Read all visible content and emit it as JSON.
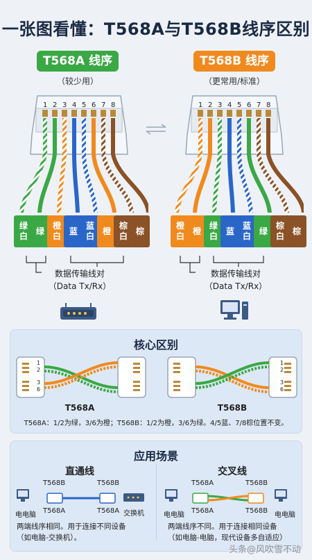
{
  "title": "一张图看懂：T568A与T568B线序区别",
  "left": {
    "badge": "T568A 线序",
    "subtitle": "（较少用）",
    "pins": [
      "1",
      "2",
      "3",
      "4",
      "5",
      "6",
      "7",
      "8"
    ],
    "wires": [
      {
        "line1": "绿",
        "line2": "白",
        "color": "#3aa845"
      },
      {
        "line1": "绿",
        "line2": "",
        "color": "#3aa845"
      },
      {
        "line1": "橙",
        "line2": "白",
        "color": "#f08a1e"
      },
      {
        "line1": "蓝",
        "line2": "",
        "color": "#2a66c8"
      },
      {
        "line1": "蓝",
        "line2": "白",
        "color": "#2a66c8"
      },
      {
        "line1": "橙",
        "line2": "",
        "color": "#f08a1e"
      },
      {
        "line1": "棕",
        "line2": "白",
        "color": "#8a5226"
      },
      {
        "line1": "棕",
        "line2": "",
        "color": "#8a5226"
      }
    ],
    "data_label": "数据传输线对",
    "data_label_en": "（Data Tx/Rx）",
    "device_icon": "router-icon"
  },
  "right": {
    "badge": "T568B 线序",
    "subtitle": "（更常用/标准）",
    "pins": [
      "1",
      "2",
      "3",
      "4",
      "5",
      "6",
      "7",
      "8"
    ],
    "wires": [
      {
        "line1": "橙",
        "line2": "白",
        "color": "#f08a1e"
      },
      {
        "line1": "橙",
        "line2": "",
        "color": "#f08a1e"
      },
      {
        "line1": "绿",
        "line2": "白",
        "color": "#3aa845"
      },
      {
        "line1": "蓝",
        "line2": "",
        "color": "#2a66c8"
      },
      {
        "line1": "蓝",
        "line2": "白",
        "color": "#2a66c8"
      },
      {
        "line1": "绿",
        "line2": "",
        "color": "#3aa845"
      },
      {
        "line1": "棕",
        "line2": "白",
        "color": "#8a5226"
      },
      {
        "line1": "棕",
        "line2": "",
        "color": "#8a5226"
      }
    ],
    "data_label": "数据传输线对",
    "data_label_en": "（Data Tx/Rx）",
    "device_icon": "computer-icon"
  },
  "core": {
    "title": "核心区别",
    "left_caption": "T568A",
    "right_caption": "T568B",
    "pin_labels": [
      "1",
      "2",
      "3",
      "6"
    ],
    "note": "T568A：1/2为绿，3/6为橙；T568B：1/2为橙，3/6为绿。4/5蓝、7/8棕位置不变。"
  },
  "usage": {
    "title": "应用场景",
    "straight": {
      "title": "直通线",
      "end_a_top": "T568B",
      "end_a_bottom": "T568A",
      "end_b_top": "T568B",
      "end_b_bottom": "T568A",
      "device_a": "电电脑",
      "device_b": "交换机",
      "desc1": "两端线序相同。用于连接不同设备",
      "desc2": "（如电脑-交换机）。"
    },
    "cross": {
      "title": "交叉线",
      "end_a_top": "T568A",
      "end_a_bottom": "T568A",
      "end_b_top": "T568B",
      "end_b_bottom": "T568B",
      "device_a": "电电脑",
      "device_b": "电电脑",
      "desc1": "两端线序不同。用于连接相同设备",
      "desc2": "（如电脑-电脑，现代设备多自适应）"
    }
  },
  "colors": {
    "green": "#3aa845",
    "orange": "#f08a1e",
    "blue": "#2a66c8",
    "brown": "#8a5226",
    "accent": "#1a2a44"
  },
  "watermark": {
    "text1": "头条",
    "text2": "@风吹雪不动"
  }
}
